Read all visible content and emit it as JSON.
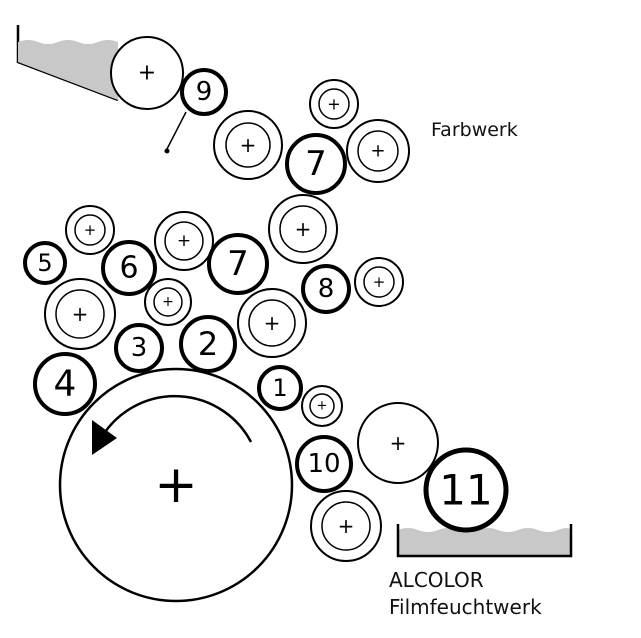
{
  "labels": {
    "inking_unit": "Farbwerk",
    "dampening_line1": "ALCOLOR",
    "dampening_line2": "Filmfeuchtwerk"
  },
  "rollers": [
    {
      "id": "n9",
      "text": "9"
    },
    {
      "id": "n7a",
      "text": "7"
    },
    {
      "id": "n5",
      "text": "5"
    },
    {
      "id": "n6",
      "text": "6"
    },
    {
      "id": "n7b",
      "text": "7"
    },
    {
      "id": "n8",
      "text": "8"
    },
    {
      "id": "n3",
      "text": "3"
    },
    {
      "id": "n2",
      "text": "2"
    },
    {
      "id": "n4",
      "text": "4"
    },
    {
      "id": "n1",
      "text": "1"
    },
    {
      "id": "n10",
      "text": "10"
    },
    {
      "id": "n11",
      "text": "11"
    }
  ],
  "plus_symbol": "+",
  "colors": {
    "stroke": "#000000",
    "trough_fill": "#c8c8c8",
    "background": "#ffffff"
  }
}
